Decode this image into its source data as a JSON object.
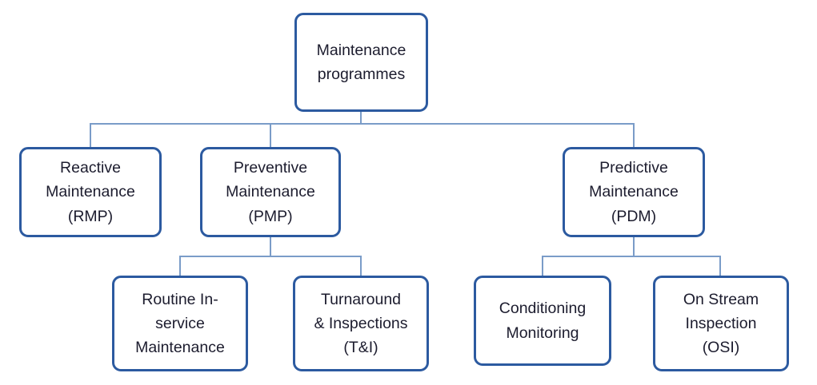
{
  "title": "Maintenance programmes hierarchy diagram",
  "colors": {
    "box_border": "#2c5aa0",
    "connector_line": "#7a9cc8",
    "text": "#1c1c2e",
    "background": "#ffffff"
  },
  "nodes": {
    "root": {
      "label": "Maintenance\nprogrammes"
    },
    "reactive": {
      "label": "Reactive\nMaintenance\n(RMP)"
    },
    "preventive": {
      "label": "Preventive\nMaintenance\n(PMP)"
    },
    "predictive": {
      "label": "Predictive\nMaintenance\n(PDM)"
    },
    "routine": {
      "label": "Routine In-\nservice\nMaintenance"
    },
    "turnaround": {
      "label": "Turnaround\n& Inspections\n(T&I)"
    },
    "conditioning": {
      "label": "Conditioning\nMonitoring"
    },
    "onstream": {
      "label": "On Stream\nInspection\n(OSI)"
    }
  }
}
